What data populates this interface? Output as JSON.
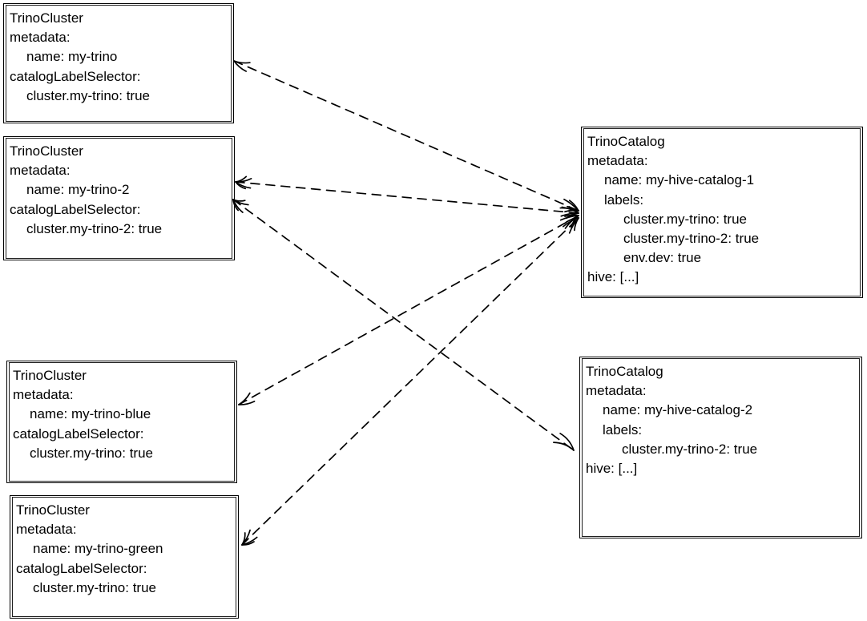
{
  "colors": {
    "stroke": "#000000",
    "background": "#ffffff",
    "text": "#000000"
  },
  "nodes": [
    {
      "id": "my-trino",
      "kind": "TrinoCluster",
      "lines": [
        "TrinoCluster",
        "metadata:",
        "name: my-trino",
        "catalogLabelSelector:",
        "cluster.my-trino: true"
      ]
    },
    {
      "id": "my-trino-2",
      "kind": "TrinoCluster",
      "lines": [
        "TrinoCluster",
        "metadata:",
        "name: my-trino-2",
        "catalogLabelSelector:",
        "cluster.my-trino-2: true"
      ]
    },
    {
      "id": "my-trino-blue",
      "kind": "TrinoCluster",
      "lines": [
        "TrinoCluster",
        "metadata:",
        "name: my-trino-blue",
        "catalogLabelSelector:",
        "cluster.my-trino: true"
      ]
    },
    {
      "id": "my-trino-green",
      "kind": "TrinoCluster",
      "lines": [
        "TrinoCluster",
        "metadata:",
        "name: my-trino-green",
        "catalogLabelSelector:",
        "cluster.my-trino: true"
      ]
    },
    {
      "id": "my-hive-catalog-1",
      "kind": "TrinoCatalog",
      "lines": [
        "TrinoCatalog",
        "metadata:",
        "name: my-hive-catalog-1",
        "labels:",
        "cluster.my-trino: true",
        "cluster.my-trino-2: true",
        "env.dev: true",
        "hive: [...]"
      ]
    },
    {
      "id": "my-hive-catalog-2",
      "kind": "TrinoCatalog",
      "lines": [
        "TrinoCatalog",
        "metadata:",
        "name: my-hive-catalog-2",
        "labels:",
        "cluster.my-trino-2: true",
        "hive: [...]"
      ]
    }
  ],
  "edges": [
    {
      "from": "my-hive-catalog-1",
      "to": "my-trino",
      "style": "dashed",
      "arrows": "both"
    },
    {
      "from": "my-hive-catalog-1",
      "to": "my-trino-2",
      "style": "dashed",
      "arrows": "both"
    },
    {
      "from": "my-hive-catalog-1",
      "to": "my-trino-blue",
      "style": "dashed",
      "arrows": "both"
    },
    {
      "from": "my-hive-catalog-1",
      "to": "my-trino-green",
      "style": "dashed",
      "arrows": "both"
    },
    {
      "from": "my-hive-catalog-2",
      "to": "my-trino-2",
      "style": "dashed",
      "arrows": "both"
    }
  ]
}
